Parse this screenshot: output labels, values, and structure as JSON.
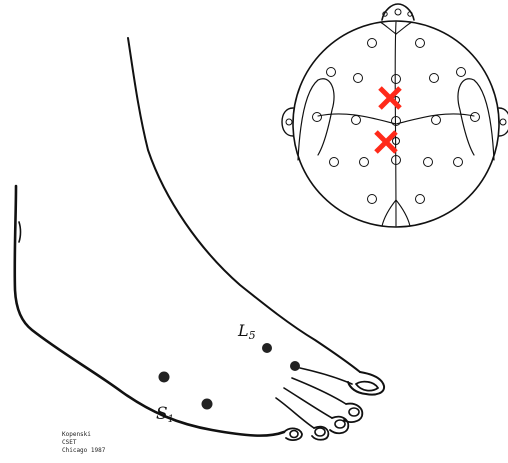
{
  "foot": {
    "label_l5": "L",
    "label_l5_sub": "5",
    "label_s1": "S",
    "label_s1_sub": "1"
  },
  "credit": {
    "line1": "Kopenski",
    "line2": "CSET",
    "line3": "Chicago 1987"
  },
  "markers": {
    "color": "#ff2a1a",
    "count": 2
  },
  "colors": {
    "ink": "#111111",
    "background": "#ffffff"
  }
}
